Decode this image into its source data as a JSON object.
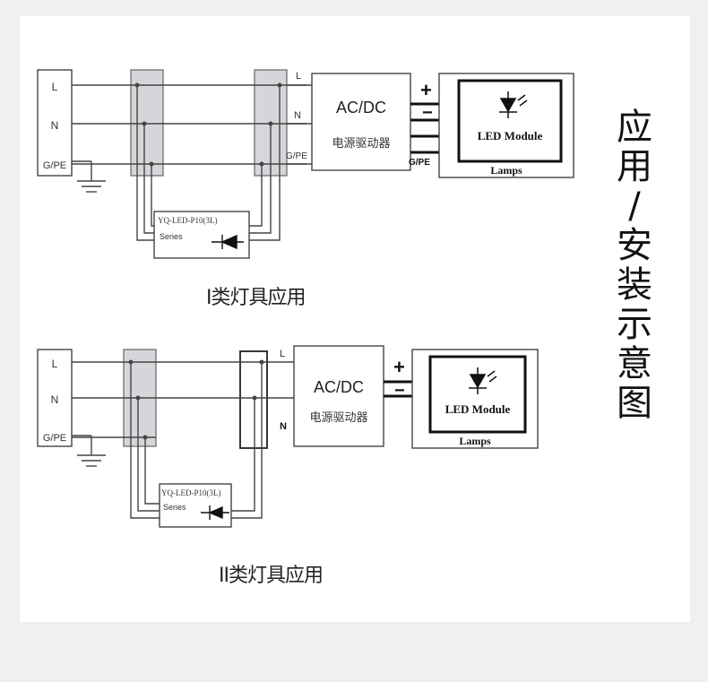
{
  "side_title": [
    "应",
    "用",
    "/",
    "安",
    "装",
    "示",
    "意",
    "图"
  ],
  "diagram_1": {
    "input_terms": [
      "L",
      "N",
      "G/PE"
    ],
    "driver_in_terms": [
      "L",
      "N",
      "G/PE"
    ],
    "driver_title": "AC/DC",
    "driver_sub": "电源驱动器",
    "plus": "+",
    "minus": "−",
    "out_ground": "G/PE",
    "led_module": "LED Module",
    "lamps": "Lamps",
    "spd_model": "YQ-LED-P10(3L)",
    "spd_series": "Series",
    "caption": "I类灯具应用"
  },
  "diagram_2": {
    "input_terms": [
      "L",
      "N",
      "G/PE"
    ],
    "driver_in_terms": [
      "L",
      "N"
    ],
    "driver_title": "AC/DC",
    "driver_sub": "电源驱动器",
    "plus": "+",
    "minus": "−",
    "led_module": "LED Module",
    "lamps": "Lamps",
    "spd_model": "YQ-LED-P10(3L)",
    "spd_series": "Series",
    "caption": "II类灯具应用"
  }
}
